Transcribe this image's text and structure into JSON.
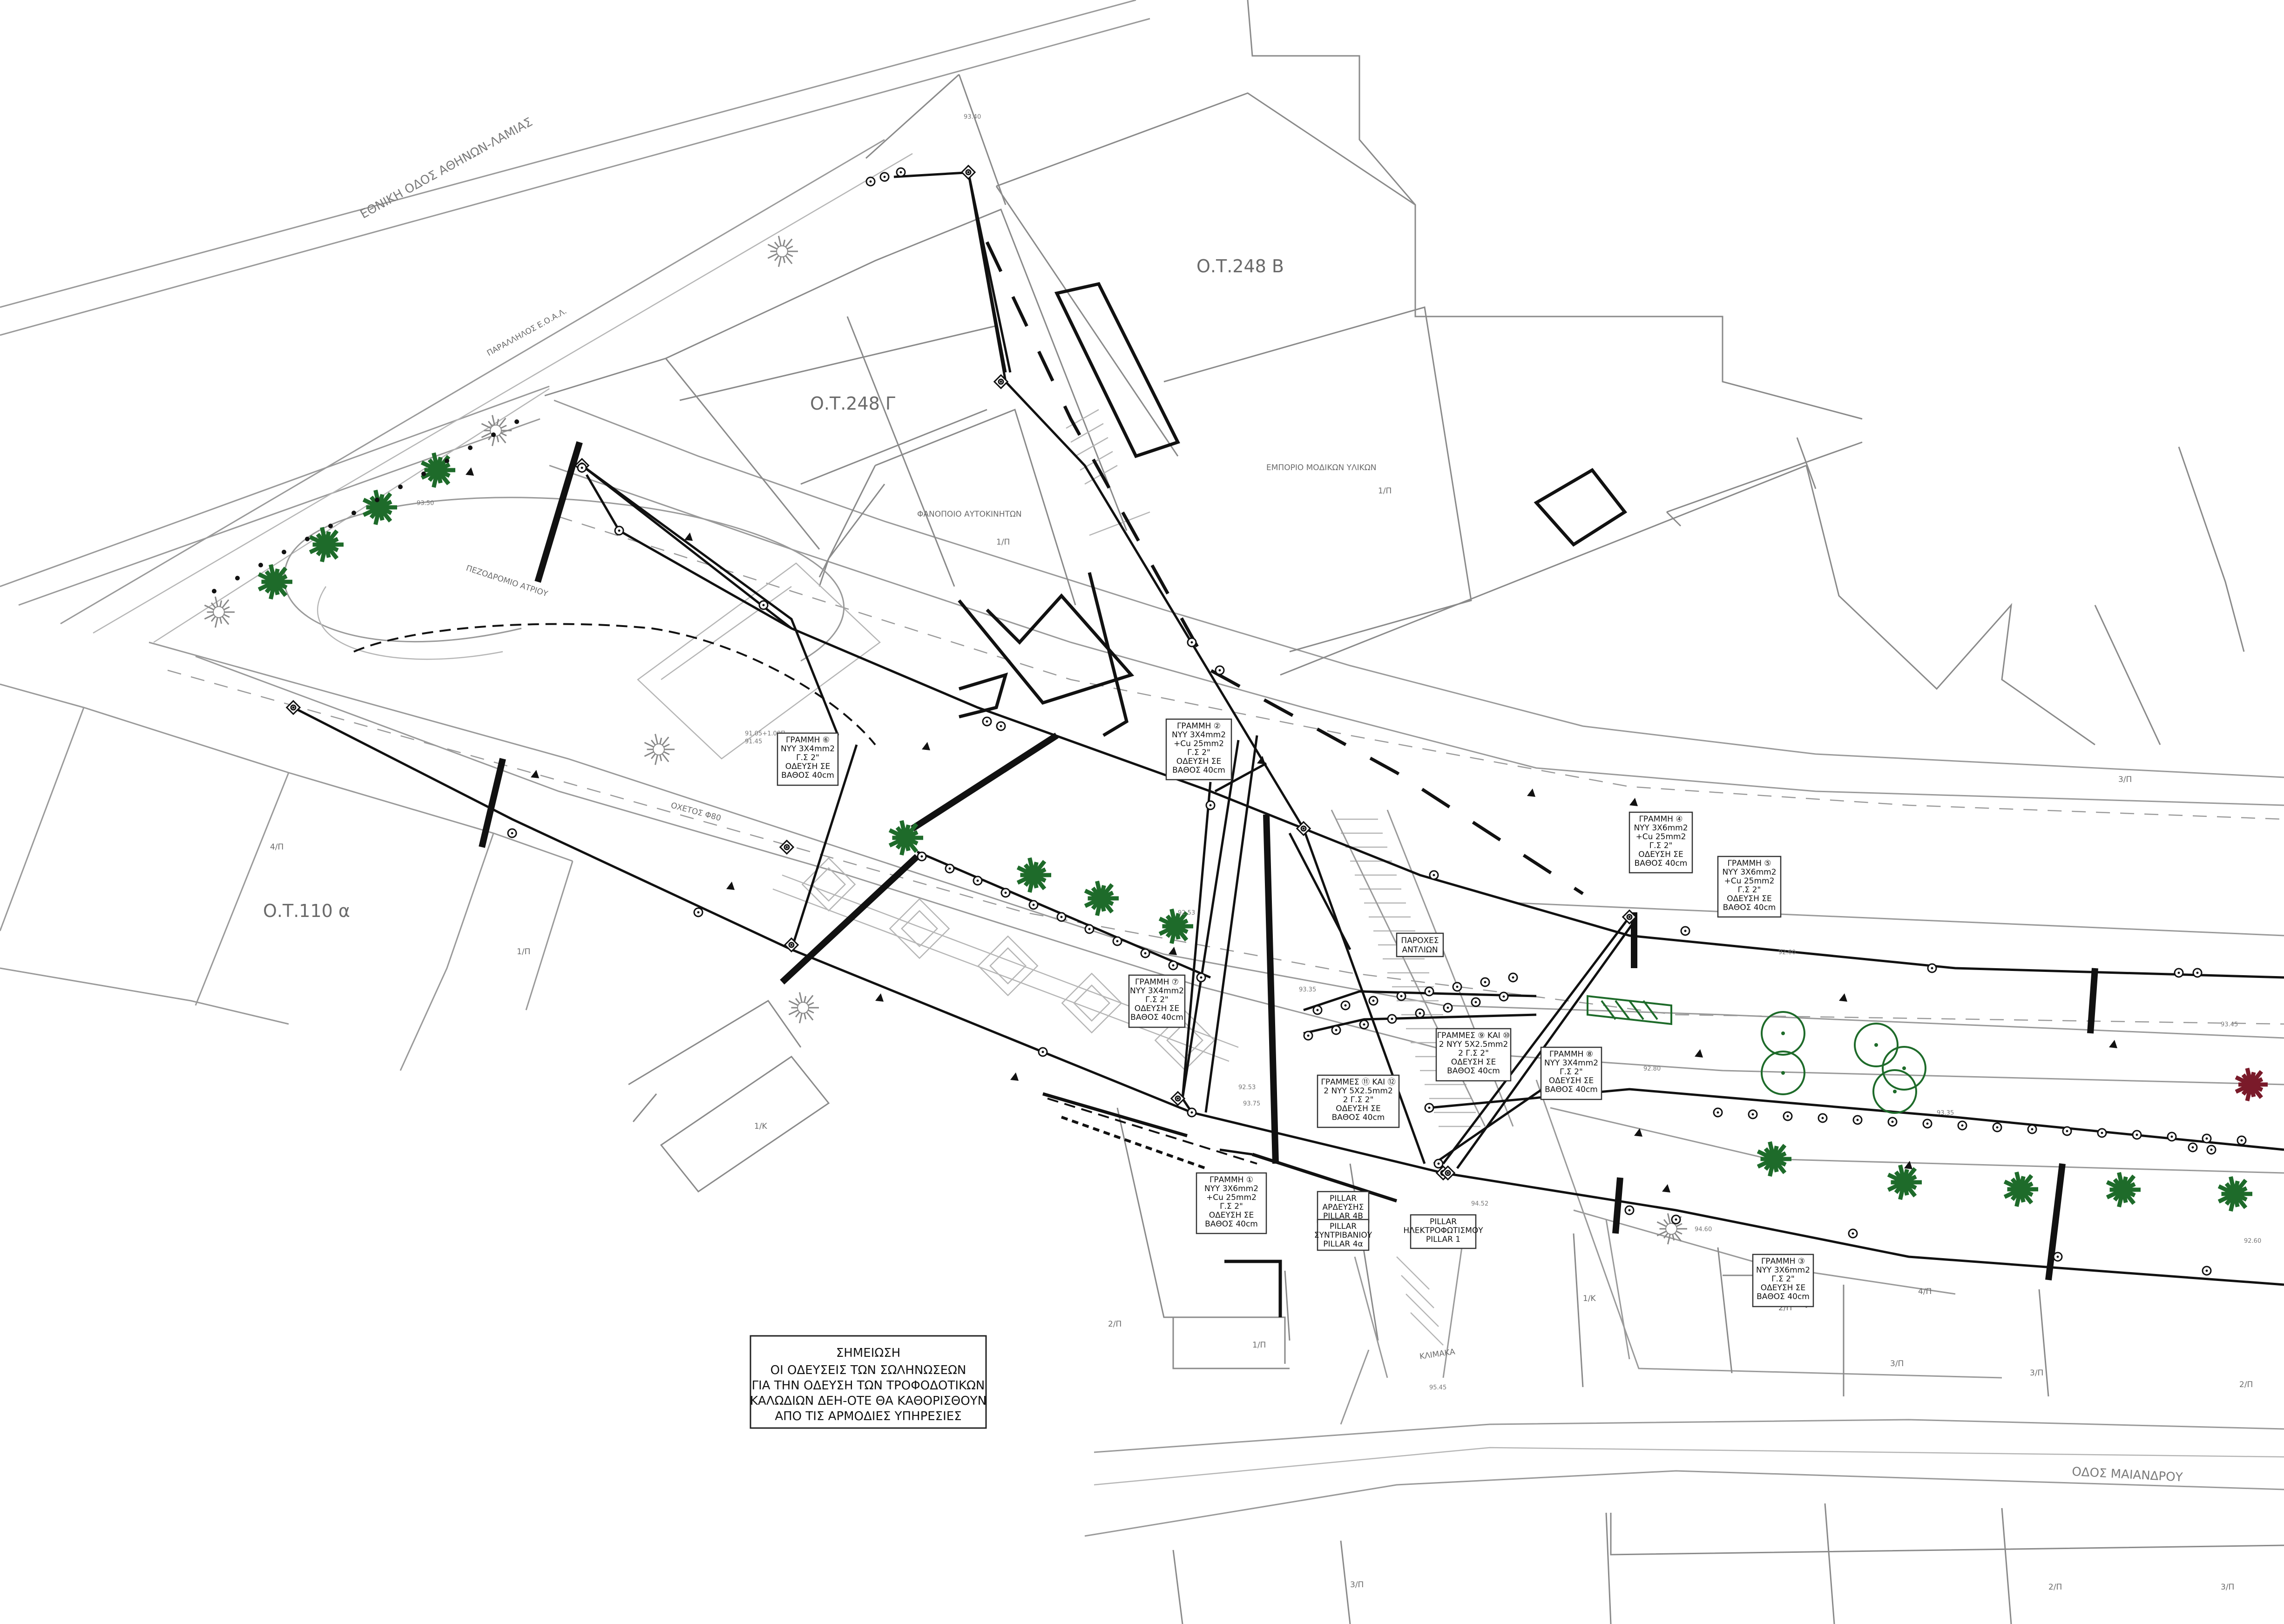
{
  "blocks": [
    {
      "id": "ot248b",
      "label": "Ο.Τ.248 Β"
    },
    {
      "id": "ot248g",
      "label": "Ο.Τ.248 Γ"
    },
    {
      "id": "ot110a",
      "label": "Ο.Τ.110 α"
    }
  ],
  "streets": {
    "national_road": "ΕΘΝΙΚΗ ΟΔΟΣ ΑΘΗΝΩΝ-ΛΑΜΙΑΣ",
    "parallel_road": "ΠΑΡΑΛΛΗΛΟΣ Ε.Ο.Α.Λ.",
    "pedestrian": "ΠΕΖΟΔΡΟΜΙΟ ΑΤΡΙΟΥ",
    "maiandrou": "ΟΔΟΣ ΜΑΙΑΝΔΡΟΥ",
    "culvert": "ΟΧΕΤΟΣ Φ80"
  },
  "buildings": {
    "car_repair": "ΦΑΝΟΠΟΙΟ ΑΥΤΟΚΙΝΗΤΩΝ",
    "fashion_store": "ΕΜΠΟΡΙΟ ΜΟΔΙΚΩΝ ΥΛΙΚΩΝ",
    "floor_1p_a": "1/Π",
    "floor_1p_b": "1/Π",
    "floor_1p_c": "1/Π",
    "floor_1p_d": "1/Π",
    "floor_1k_a": "1/Κ",
    "floor_1k_b": "1/Κ",
    "floor_2p_a": "2/Π",
    "floor_2p_b": "2/Π",
    "floor_2p_c": "2/Π",
    "floor_2p_d": "2/Π",
    "floor_3p_a": "3/Π",
    "floor_3p_b": "3/Π",
    "floor_3p_c": "3/Π",
    "floor_3p_d": "3/Π",
    "floor_3p_e": "3/Π",
    "floor_4p_a": "4/Π",
    "floor_4p_b": "4/Π"
  },
  "stairs": "ΚΛΙΜΑΚΑ",
  "antennas": [
    "ΠΑΡΟΧΕΣ",
    "ΑΝΤΛΙΩΝ"
  ],
  "lines": [
    {
      "id": "l1",
      "lines": [
        "ΓΡΑΜΜΗ ①",
        "ΝΥΥ 3Χ6mm2",
        "+Cu 25mm2",
        "Γ.Σ 2\"",
        "ΟΔΕΥΣΗ ΣΕ",
        "ΒΑΘΟΣ 40cm"
      ]
    },
    {
      "id": "l2",
      "lines": [
        "ΓΡΑΜΜΗ ②",
        "ΝΥΥ 3Χ4mm2",
        "+Cu 25mm2",
        "Γ.Σ 2\"",
        "ΟΔΕΥΣΗ ΣΕ",
        "ΒΑΘΟΣ 40cm"
      ]
    },
    {
      "id": "l3",
      "lines": [
        "ΓΡΑΜΜΗ ③",
        "ΝΥΥ 3Χ6mm2",
        "Γ.Σ 2\"",
        "ΟΔΕΥΣΗ ΣΕ",
        "ΒΑΘΟΣ 40cm"
      ]
    },
    {
      "id": "l4",
      "lines": [
        "ΓΡΑΜΜΗ ④",
        "ΝΥΥ 3Χ6mm2",
        "+Cu 25mm2",
        "Γ.Σ 2\"",
        "ΟΔΕΥΣΗ ΣΕ",
        "ΒΑΘΟΣ 40cm"
      ]
    },
    {
      "id": "l5",
      "lines": [
        "ΓΡΑΜΜΗ ⑤",
        "ΝΥΥ 3Χ6mm2",
        "+Cu 25mm2",
        "Γ.Σ 2\"",
        "ΟΔΕΥΣΗ ΣΕ",
        "ΒΑΘΟΣ 40cm"
      ]
    },
    {
      "id": "l6",
      "lines": [
        "ΓΡΑΜΜΗ ⑥",
        "ΝΥΥ 3Χ4mm2",
        "Γ.Σ 2\"",
        "ΟΔΕΥΣΗ ΣΕ",
        "ΒΑΘΟΣ 40cm"
      ]
    },
    {
      "id": "l7",
      "lines": [
        "ΓΡΑΜΜΗ ⑦",
        "ΝΥΥ 3Χ4mm2",
        "Γ.Σ 2\"",
        "ΟΔΕΥΣΗ ΣΕ",
        "ΒΑΘΟΣ 40cm"
      ]
    },
    {
      "id": "l8",
      "lines": [
        "ΓΡΑΜΜΗ ⑧",
        "ΝΥΥ 3Χ4mm2",
        "Γ.Σ 2\"",
        "ΟΔΕΥΣΗ ΣΕ",
        "ΒΑΘΟΣ 40cm"
      ]
    },
    {
      "id": "l910",
      "lines": [
        "ΓΡΑΜΜΕΣ ⑨ ΚΑΙ ⑩",
        "2 ΝΥΥ 5Χ2.5mm2",
        "2 Γ.Σ 2\"",
        "ΟΔΕΥΣΗ ΣΕ",
        "ΒΑΘΟΣ 40cm"
      ]
    },
    {
      "id": "l1112",
      "lines": [
        "ΓΡΑΜΜΕΣ ⑪ ΚΑΙ ⑫",
        "2 ΝΥΥ 5Χ2.5mm2",
        "2 Γ.Σ 2\"",
        "ΟΔΕΥΣΗ ΣΕ",
        "ΒΑΘΟΣ 40cm"
      ]
    }
  ],
  "pillars": [
    {
      "id": "p4b",
      "lines": [
        "PILLAR",
        "ΑΡΔΕΥΣΗΣ",
        "PILLAR 4Β"
      ]
    },
    {
      "id": "p4a",
      "lines": [
        "PILLAR",
        "ΣΥΝΤΡΙΒΑΝΙΟΥ",
        "PILLAR 4α"
      ]
    },
    {
      "id": "p1",
      "lines": [
        "PILLAR",
        "ΗΛΕΚΤΡΟΦΩΤΙΣΜΟΥ",
        "PILLAR 1"
      ]
    }
  ],
  "note": {
    "title": "ΣΗΜΕΙΩΣΗ",
    "lines": [
      "ΟΙ ΟΔΕΥΣΕΙΣ ΤΩΝ ΣΩΛΗΝΩΣΕΩΝ",
      "ΓΙΑ ΤΗΝ ΟΔΕΥΣΗ ΤΩΝ ΤΡΟΦΟΔΟΤΙΚΩΝ",
      "ΚΑΛΩΔΙΩΝ ΔΕΗ-ΟΤΕ ΘΑ ΚΑΘΟΡΙΣΘΟΥΝ",
      "ΑΠΟ ΤΙΣ ΑΡΜΟΔΙΕΣ ΥΠΗΡΕΣΙΕΣ"
    ]
  },
  "elevations": {
    "e1": "93.40",
    "e2": "93.50",
    "e3": "91.05+1.00Π",
    "e4": "91.45",
    "e5": "92.53",
    "e6": "93.35",
    "e7": "93.75",
    "e8": "94.52",
    "e9": "94.60",
    "e10": "92.80",
    "e11": "92.60",
    "e12": "93.45",
    "e13": "93.35",
    "e14": "95.45",
    "e15": "92.53",
    "e16": "92.60"
  },
  "colors": {
    "tree_green": "#1e6b2a",
    "tree_red": "#7a1a2a",
    "outline_green": "#1e6b2a",
    "linework": "#111111",
    "base_map": "#9a9a9a"
  }
}
